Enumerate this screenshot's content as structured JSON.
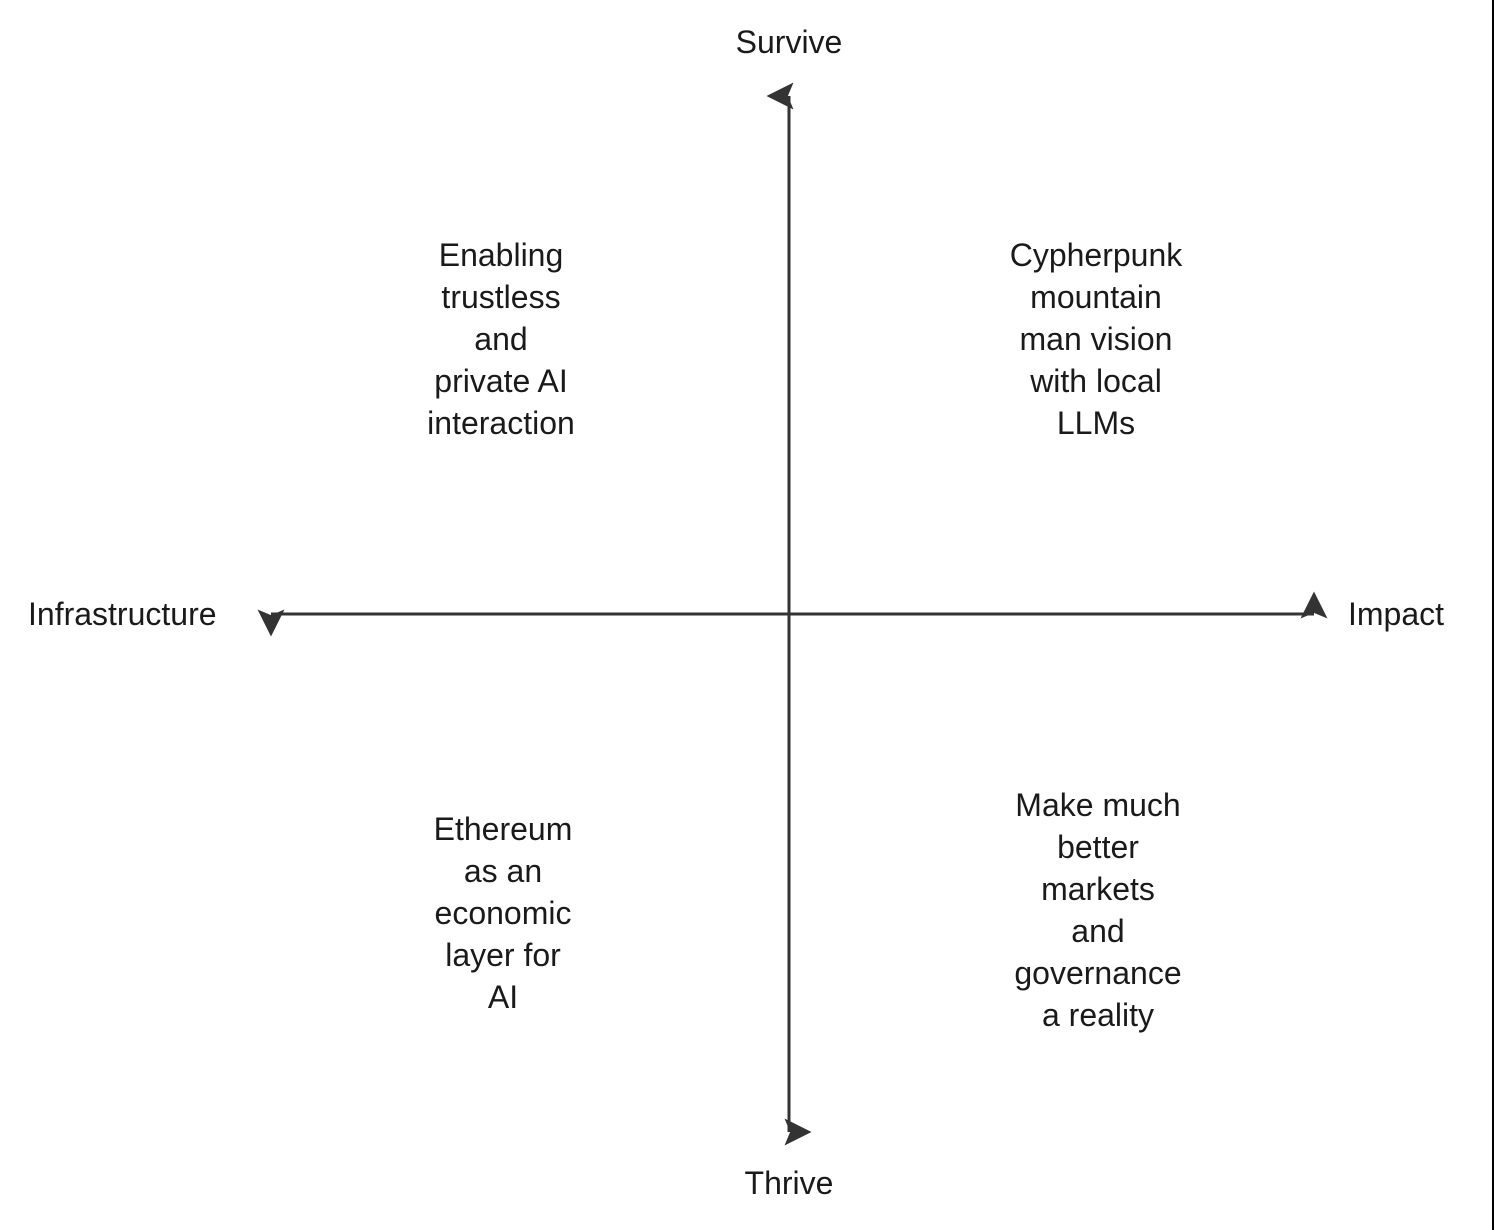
{
  "diagram": {
    "type": "two-by-two-matrix",
    "background_color": "#ffffff",
    "line_color": "#333333",
    "text_color": "#1a1a1a",
    "axes": {
      "vertical": {
        "top_label": "Survive",
        "bottom_label": "Thrive"
      },
      "horizontal": {
        "left_label": "Infrastructure",
        "right_label": "Impact"
      }
    },
    "quadrants": {
      "top_left": "Enabling\ntrustless\nand\nprivate AI\ninteraction",
      "top_right": "Cypherpunk\nmountain\nman vision\nwith local\nLLMs",
      "bottom_left": "Ethereum\nas an\neconomic\nlayer for\nAI",
      "bottom_right": "Make much\nbetter\nmarkets\nand\ngovernance\na reality"
    }
  }
}
